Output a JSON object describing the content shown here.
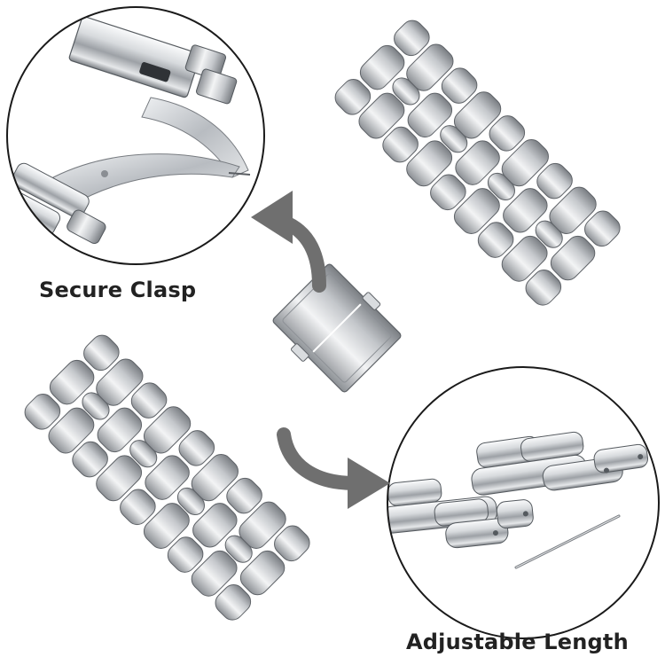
{
  "product": {
    "name": "stainless steel watch band",
    "metal_color": "#c9ccd0"
  },
  "callouts": {
    "clasp": {
      "label": "Secure Clasp",
      "arrow_color": "#6f6f6f",
      "circle_border_color": "#1a1a1a"
    },
    "length": {
      "label": "Adjustable Length",
      "arrow_color": "#6f6f6f",
      "circle_border_color": "#1a1a1a"
    }
  },
  "colors": {
    "background": "#ffffff",
    "text": "#222222",
    "steel_light": "#f4f5f6",
    "steel_mid": "#bfc2c6",
    "steel_dark": "#6b6f74"
  }
}
